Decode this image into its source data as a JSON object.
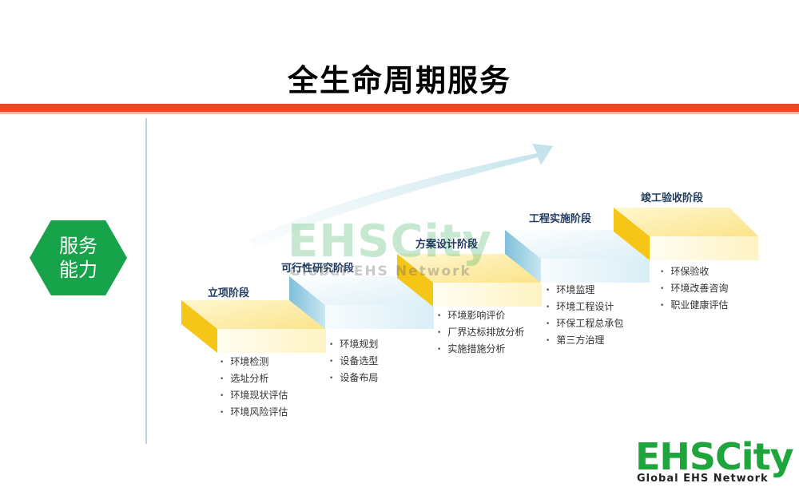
{
  "title": "全生命周期服务",
  "side_label": "服务能力",
  "stages": [
    {
      "title": "立项阶段",
      "items": [
        "环境检测",
        "选址分析",
        "环境现状评估",
        "环境风险评估"
      ]
    },
    {
      "title": "可行性研究阶段",
      "items": [
        "环境规划",
        "设备选型",
        "设备布局"
      ]
    },
    {
      "title": "方案设计阶段",
      "items": [
        "环境影响评价",
        "厂界达标排放分析",
        "实施措施分析"
      ]
    },
    {
      "title": "工程实施阶段",
      "items": [
        "环境监理",
        "环境工程设计",
        "环保工程总承包",
        "第三方治理"
      ]
    },
    {
      "title": "竣工验收阶段",
      "items": [
        "环保验收",
        "环境改善咨询",
        "职业健康评估"
      ]
    }
  ],
  "watermark": {
    "main": "EHSCity",
    "sub": "Global EHS Network"
  },
  "logo": {
    "main": "EHSCity",
    "sub": "Global EHS Network"
  },
  "colors": {
    "accent_bar": "#f04520",
    "hexagon": "#16a34a",
    "yellow_step": "#f5c518",
    "blue_step": "#8cc8e0",
    "logo_green": "#1ea63c"
  }
}
